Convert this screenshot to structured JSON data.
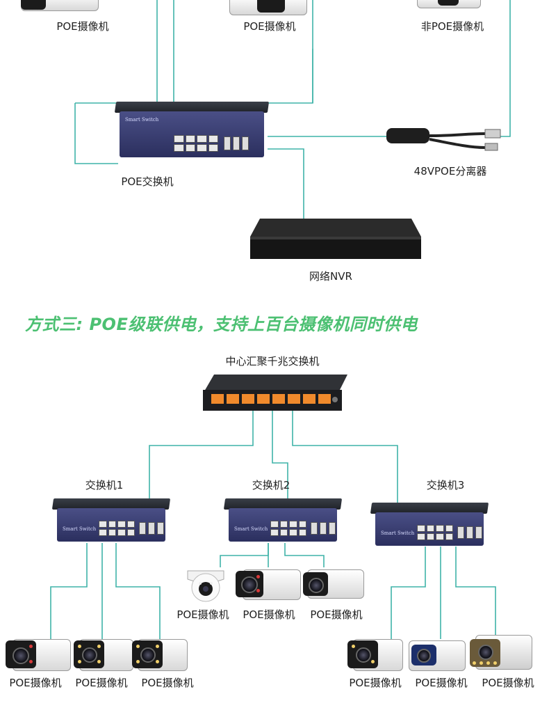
{
  "top_section": {
    "camera_labels": [
      "POE摄像机",
      "POE摄像机",
      "非POE摄像机"
    ],
    "switch_label": "POE交换机",
    "switch_brand": "Smart Switch",
    "splitter_label": "48VPOE分离器",
    "nvr_label": "网络NVR"
  },
  "method3": {
    "title": "方式三: POE级联供电，支持上百台摄像机同时供电",
    "core_switch_label": "中心汇聚千兆交换机",
    "switches": [
      {
        "label": "交换机1",
        "brand": "Smart Switch"
      },
      {
        "label": "交换机2",
        "brand": "Smart Switch"
      },
      {
        "label": "交换机3",
        "brand": "Smart Switch"
      }
    ],
    "middle_camera_labels": [
      "POE摄像机",
      "POE摄像机",
      "POE摄像机"
    ],
    "left_camera_labels": [
      "POE摄像机",
      "POE摄像机",
      "POE摄像机"
    ],
    "right_camera_labels": [
      "POE摄像机",
      "POE摄像机",
      "POE摄像机"
    ]
  },
  "colors": {
    "cable": "#3fb3a8",
    "heading": "#4cc072",
    "switch_body": "#3a3f74",
    "core_ports": "#f08a2c"
  }
}
